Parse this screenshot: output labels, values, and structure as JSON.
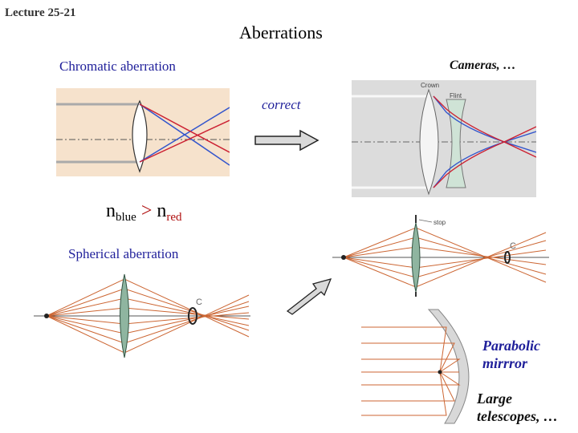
{
  "slide": {
    "lecture": "Lecture 25-21",
    "title": "Aberrations",
    "chromatic_label": "Chromatic aberration",
    "cameras_label": "Cameras, …",
    "correct_label": "correct",
    "n_blue": "n",
    "n_blue_sub": "blue",
    "n_gt": ">",
    "n_red": "n",
    "n_red_sub": "red",
    "spherical_label": "Spherical aberration",
    "parabolic_line1": "Parabolic",
    "parabolic_line2": "mirrror",
    "large_line1": "Large",
    "large_line2": "telescopes, …"
  },
  "figures": {
    "camera_lens_crown": "Crown",
    "camera_lens_flint": "Flint",
    "stop_label": "stop",
    "caustic_letter": "C",
    "caustic_letter_2": "C"
  },
  "colors": {
    "accent_blue": "#1f1f9a",
    "red": "#b01010",
    "ray_orange": "#cc6633",
    "lens_green": "#8fb5a0",
    "panel_bg": "#f6e2cc"
  }
}
